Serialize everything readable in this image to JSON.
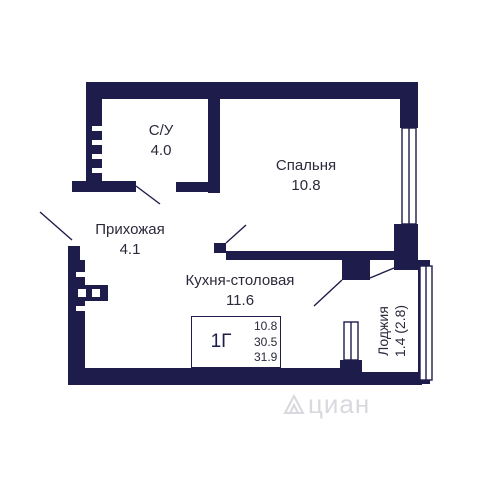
{
  "colors": {
    "wall": "#1e1c4a",
    "text": "#2a2a3a",
    "watermark": "#d8d8de"
  },
  "rooms": {
    "bathroom": {
      "name": "С/У",
      "area": "4.0"
    },
    "bedroom": {
      "name": "Спальня",
      "area": "10.8"
    },
    "hallway": {
      "name": "Прихожая",
      "area": "4.1"
    },
    "kitchen": {
      "name": "Кухня-столовая",
      "area": "11.6"
    },
    "loggia": {
      "name": "Лоджия",
      "area": "1.4 (2.8)"
    }
  },
  "apartment": {
    "type": "1Г",
    "areas": [
      "10.8",
      "30.5",
      "31.9"
    ]
  },
  "watermark": {
    "text": "циан",
    "icon": "cian-logo-icon"
  }
}
